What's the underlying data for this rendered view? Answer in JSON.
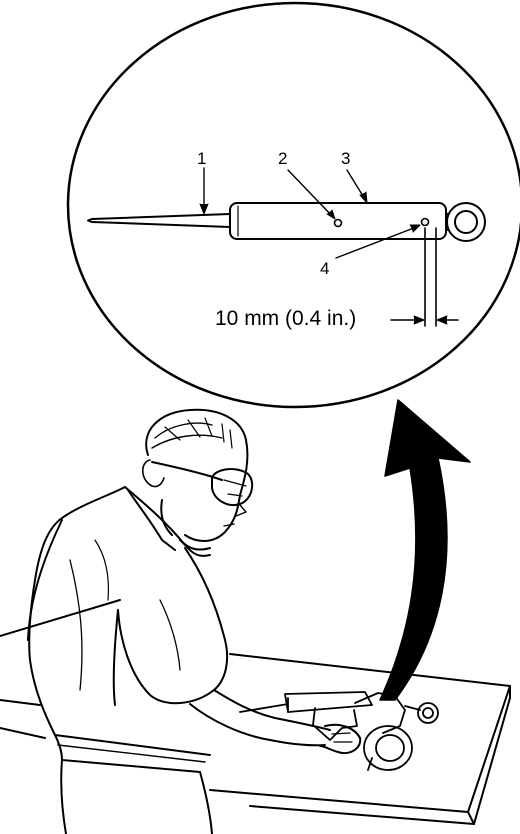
{
  "callouts": {
    "c1": "1",
    "c2": "2",
    "c3": "3",
    "c4": "4"
  },
  "dimension": {
    "label": "10 mm (0.4 in.)"
  },
  "colors": {
    "ink": "#000000",
    "paper": "#ffffff"
  }
}
